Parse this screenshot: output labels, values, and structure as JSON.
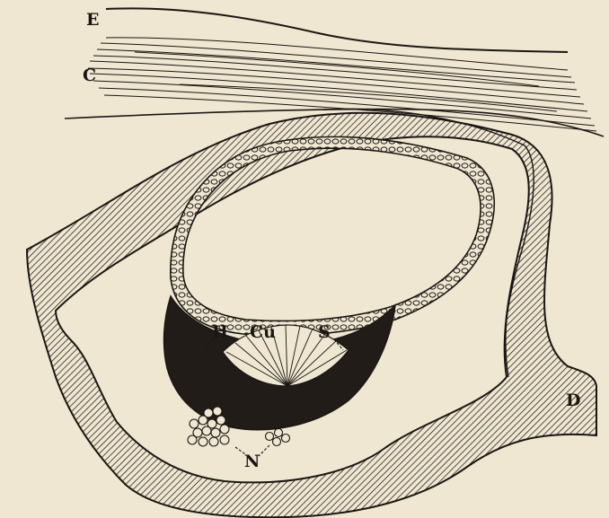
{
  "labels": {
    "E": "E",
    "C": "C",
    "H": "H",
    "Cu": "Cu",
    "S": "S",
    "N": "N",
    "D": "D"
  },
  "colors": {
    "paper": "#efe7d2",
    "ink": "#1a1612",
    "cartilage_hatch": "#2b2520",
    "sensory_epithelium": "#221c18"
  }
}
